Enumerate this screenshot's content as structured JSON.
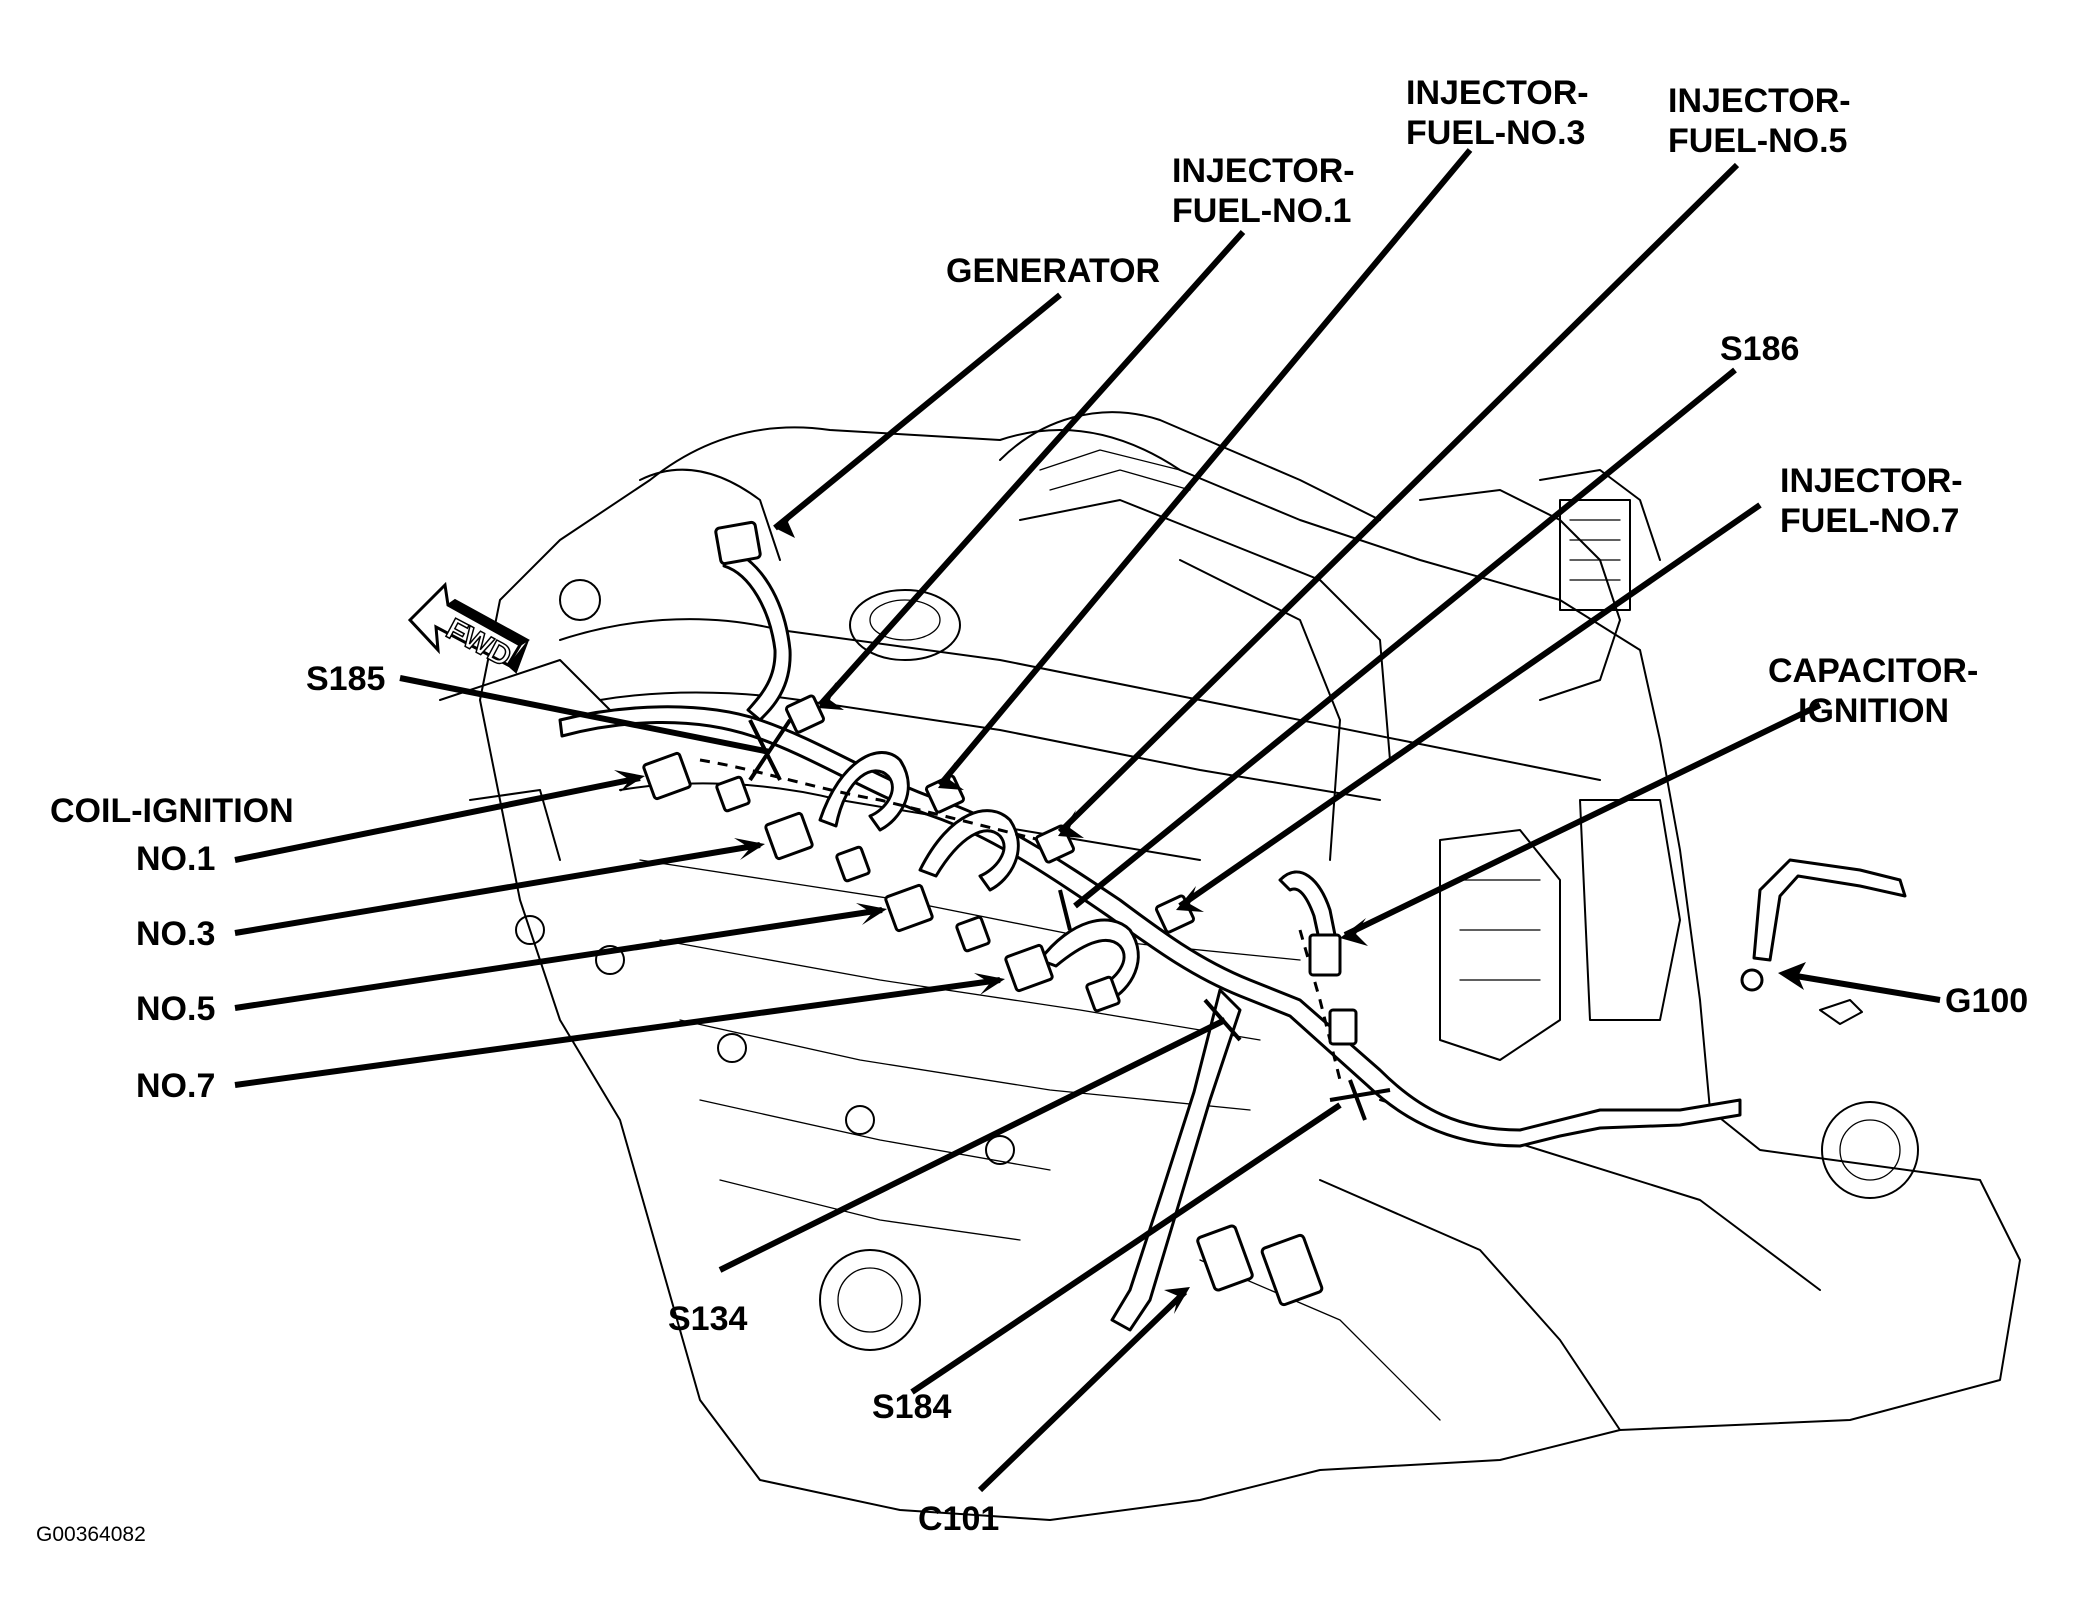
{
  "labels": {
    "injector_fuel_no3_line1": "INJECTOR-",
    "injector_fuel_no3_line2": "FUEL-NO.3",
    "injector_fuel_no5_line1": "INJECTOR-",
    "injector_fuel_no5_line2": "FUEL-NO.5",
    "injector_fuel_no1_line1": "INJECTOR-",
    "injector_fuel_no1_line2": "FUEL-NO.1",
    "generator": "GENERATOR",
    "s186": "S186",
    "injector_fuel_no7_line1": "INJECTOR-",
    "injector_fuel_no7_line2": "FUEL-NO.7",
    "s185": "S185",
    "capacitor_ignition_line1": "CAPACITOR-",
    "capacitor_ignition_line2": "IGNITION",
    "coil_ignition_line1": "COIL-IGNITION",
    "coil_no1": "NO.1",
    "coil_no3": "NO.3",
    "coil_no5": "NO.5",
    "coil_no7": "NO.7",
    "g100": "G100",
    "s134": "S134",
    "s184": "S184",
    "c101": "C101",
    "fwd": "FWD",
    "figure_id": "G00364082"
  }
}
